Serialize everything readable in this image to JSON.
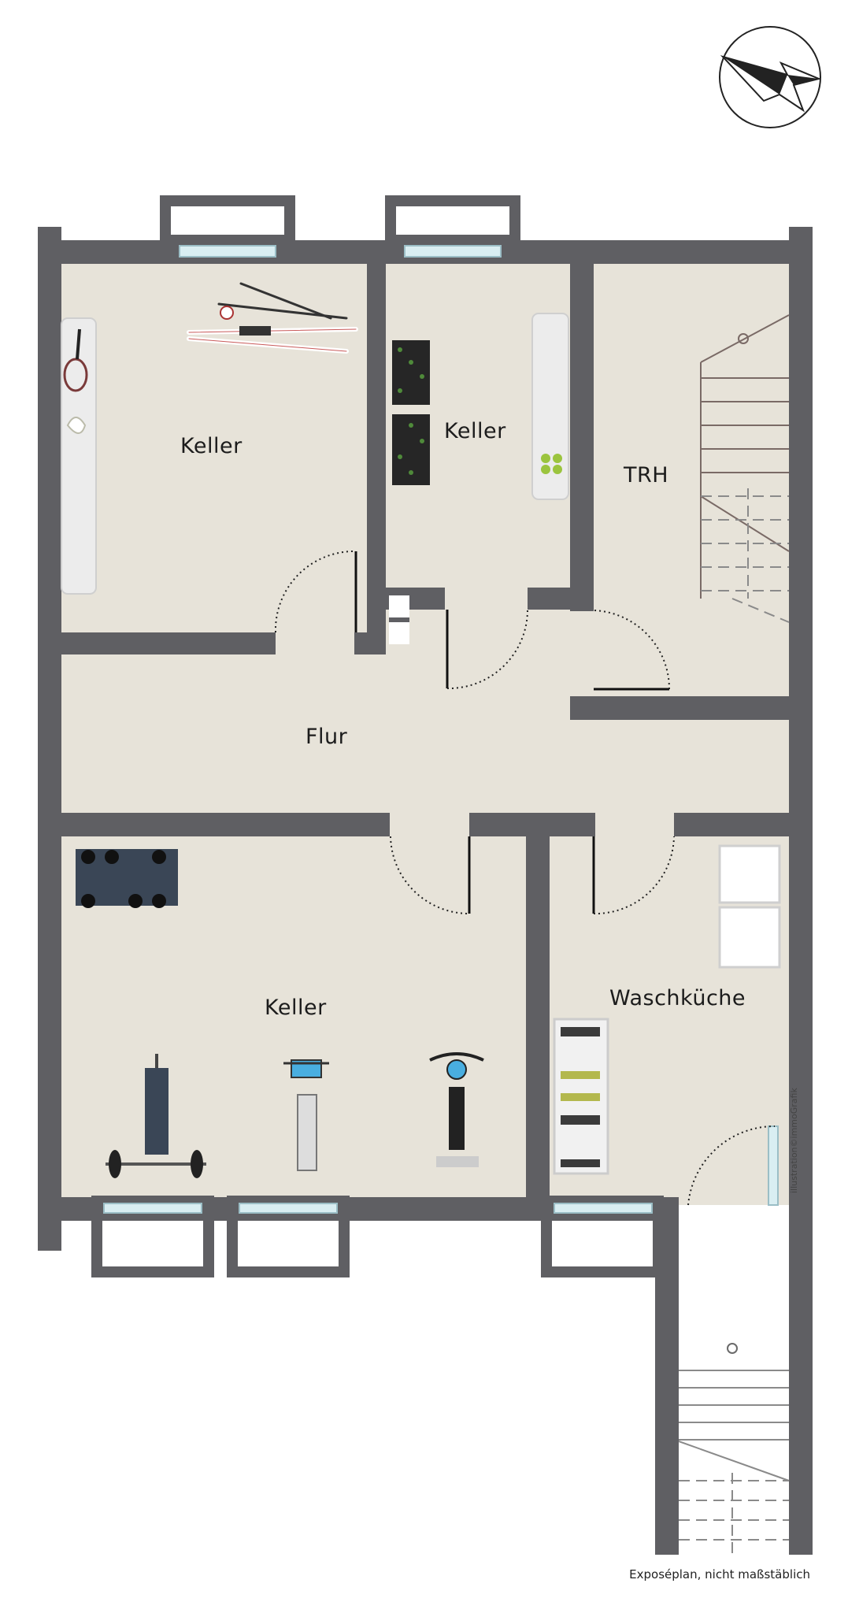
{
  "rooms": {
    "keller_nw": "Keller",
    "keller_n": "Keller",
    "trh": "TRH",
    "flur": "Flur",
    "keller_s": "Keller",
    "waschkueche": "Waschküche"
  },
  "credit": "illustration©immoGrafik",
  "footnote": "Exposéplan, nicht maßstäblich",
  "icons": [
    "compass-icon",
    "tennis-racket-icon",
    "skis-icon",
    "bottle-crates-icon",
    "weights-rack-icon",
    "weight-bench-icon",
    "elliptical-trainer-icon",
    "exercise-bike-icon",
    "washing-machine-icon",
    "dryer-icon",
    "shoe-rack-icon"
  ],
  "colors": {
    "wall": "#5f5f63",
    "floor": "#e7e3d9",
    "window": "#d9eef2",
    "background": "#ffffff"
  }
}
